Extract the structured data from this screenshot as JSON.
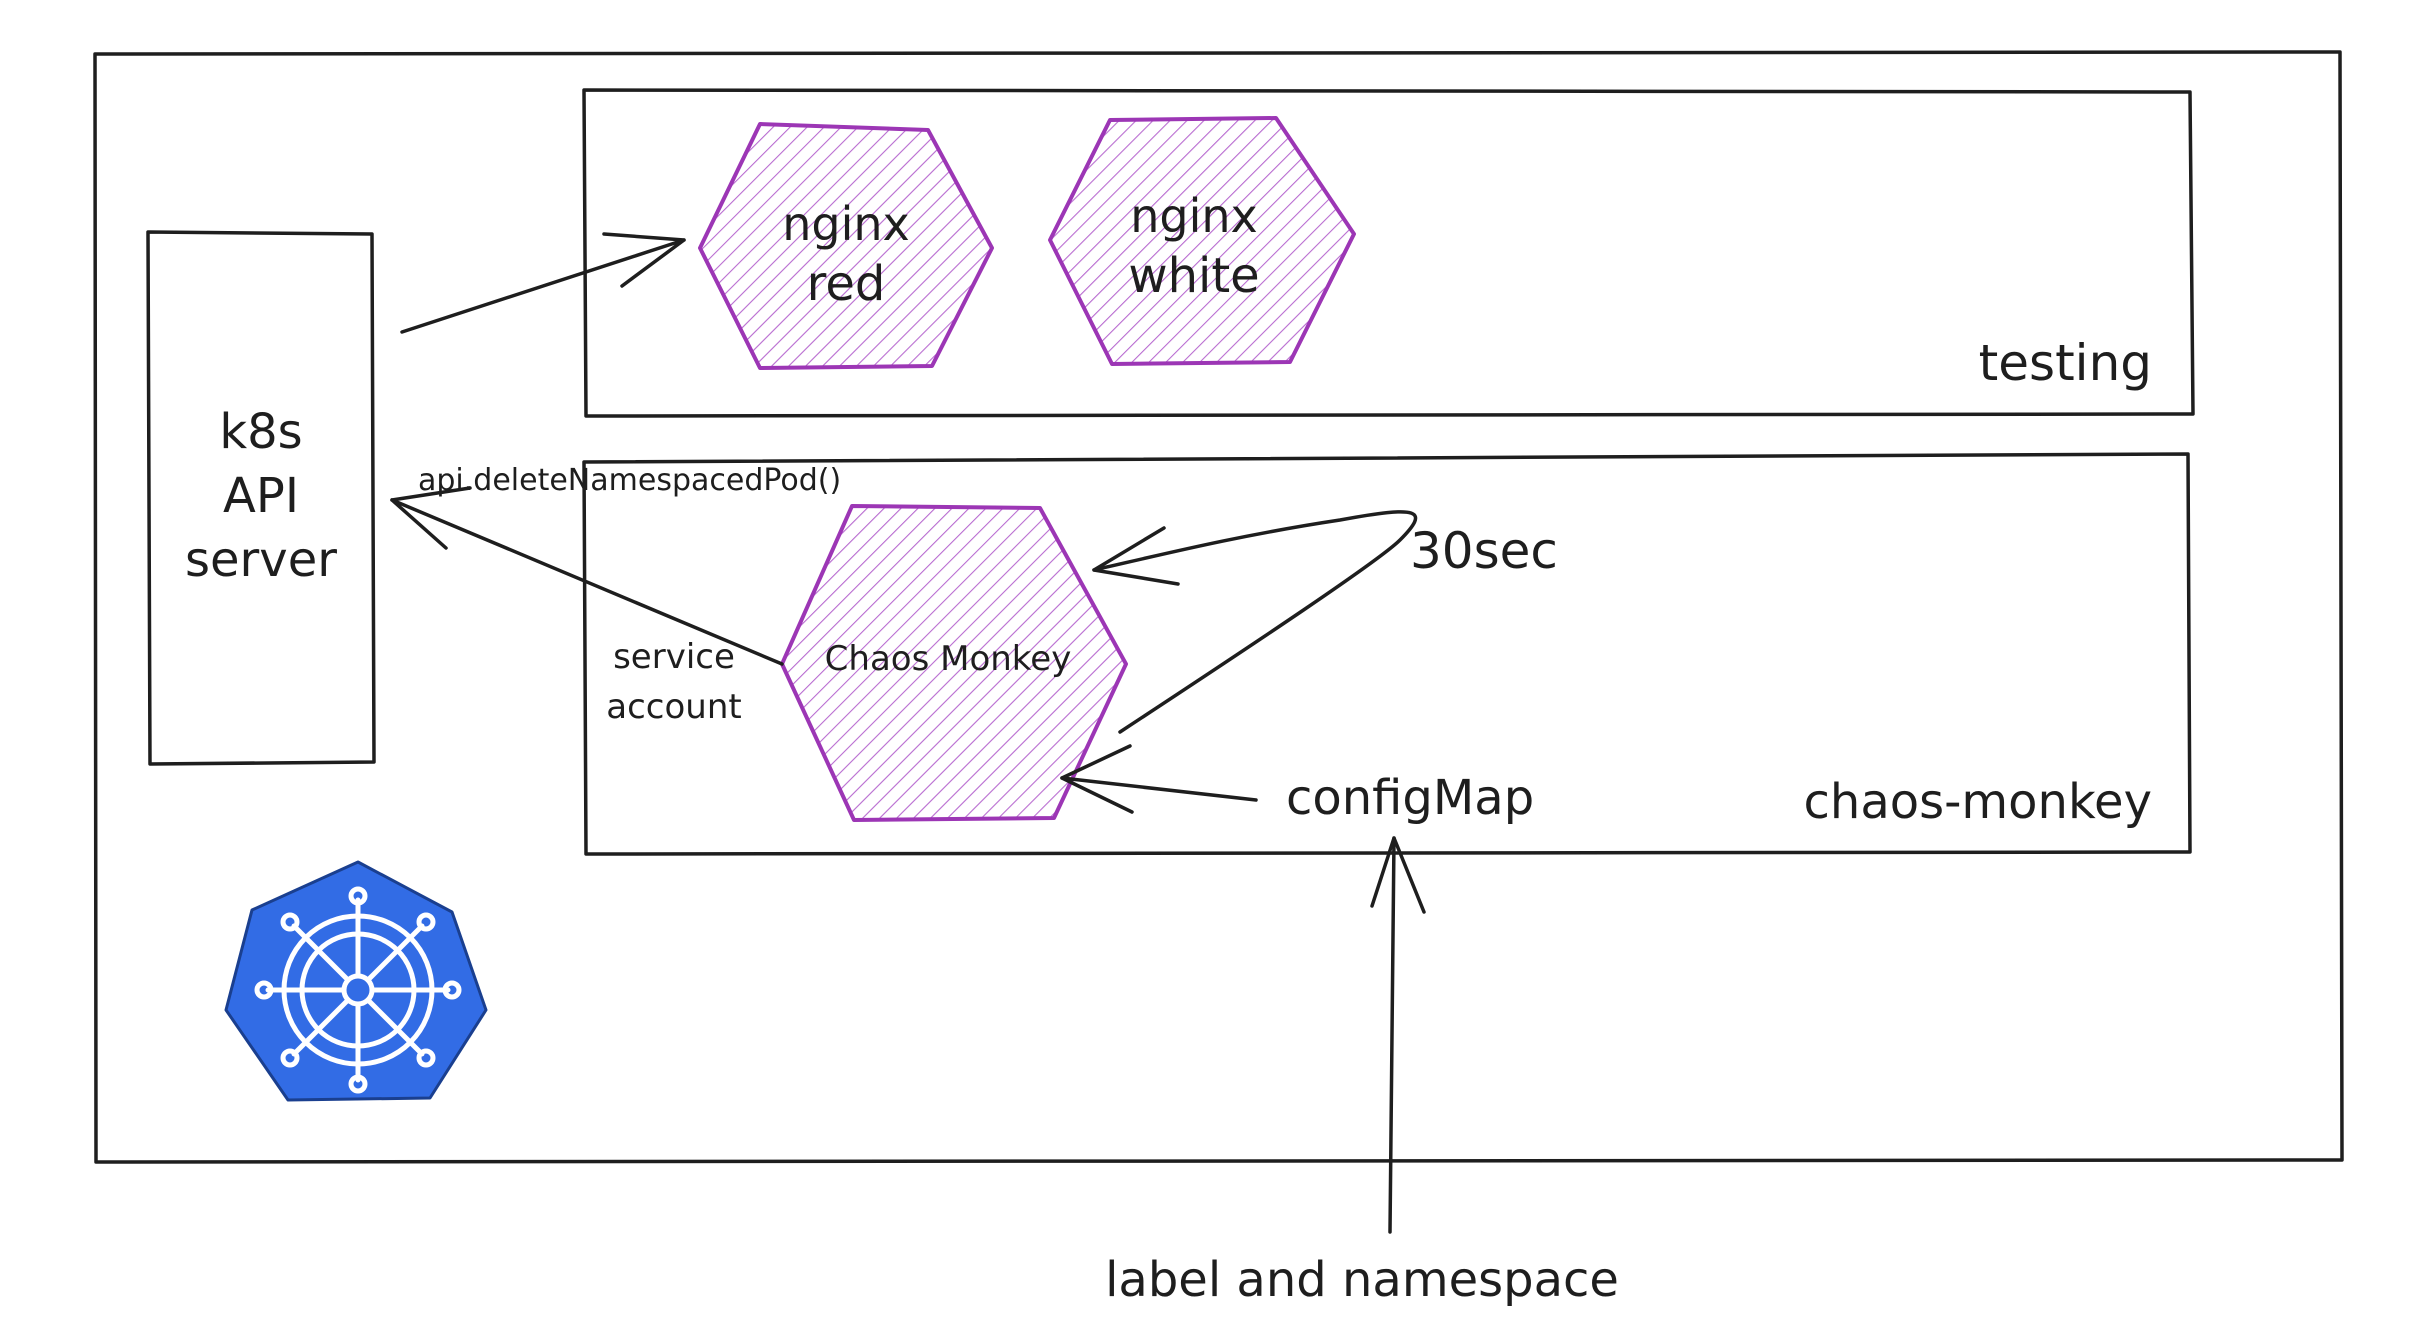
{
  "colors": {
    "stroke": "#1e1e1e",
    "pod_stroke": "#9c36b5",
    "pod_hatch": "#b86bd0",
    "k8s_blue": "#326ce5",
    "background": "#ffffff"
  },
  "api_server": {
    "line1": "k8s",
    "line2": "API",
    "line3": "server"
  },
  "namespaces": {
    "testing": "testing",
    "chaos_monkey": "chaos-monkey"
  },
  "pods": {
    "nginx_red": {
      "line1": "nginx",
      "line2": "red"
    },
    "nginx_white": {
      "line1": "nginx",
      "line2": "white"
    },
    "chaos_monkey": "Chaos Monkey"
  },
  "labels": {
    "api_call": "api.deleteNamespacedPod()",
    "service_account_line1": "service",
    "service_account_line2": "account",
    "interval": "30sec",
    "config_map": "configMap",
    "label_and_namespace": "label and namespace"
  },
  "icons": {
    "kubernetes_logo": "kubernetes-helm-icon"
  }
}
